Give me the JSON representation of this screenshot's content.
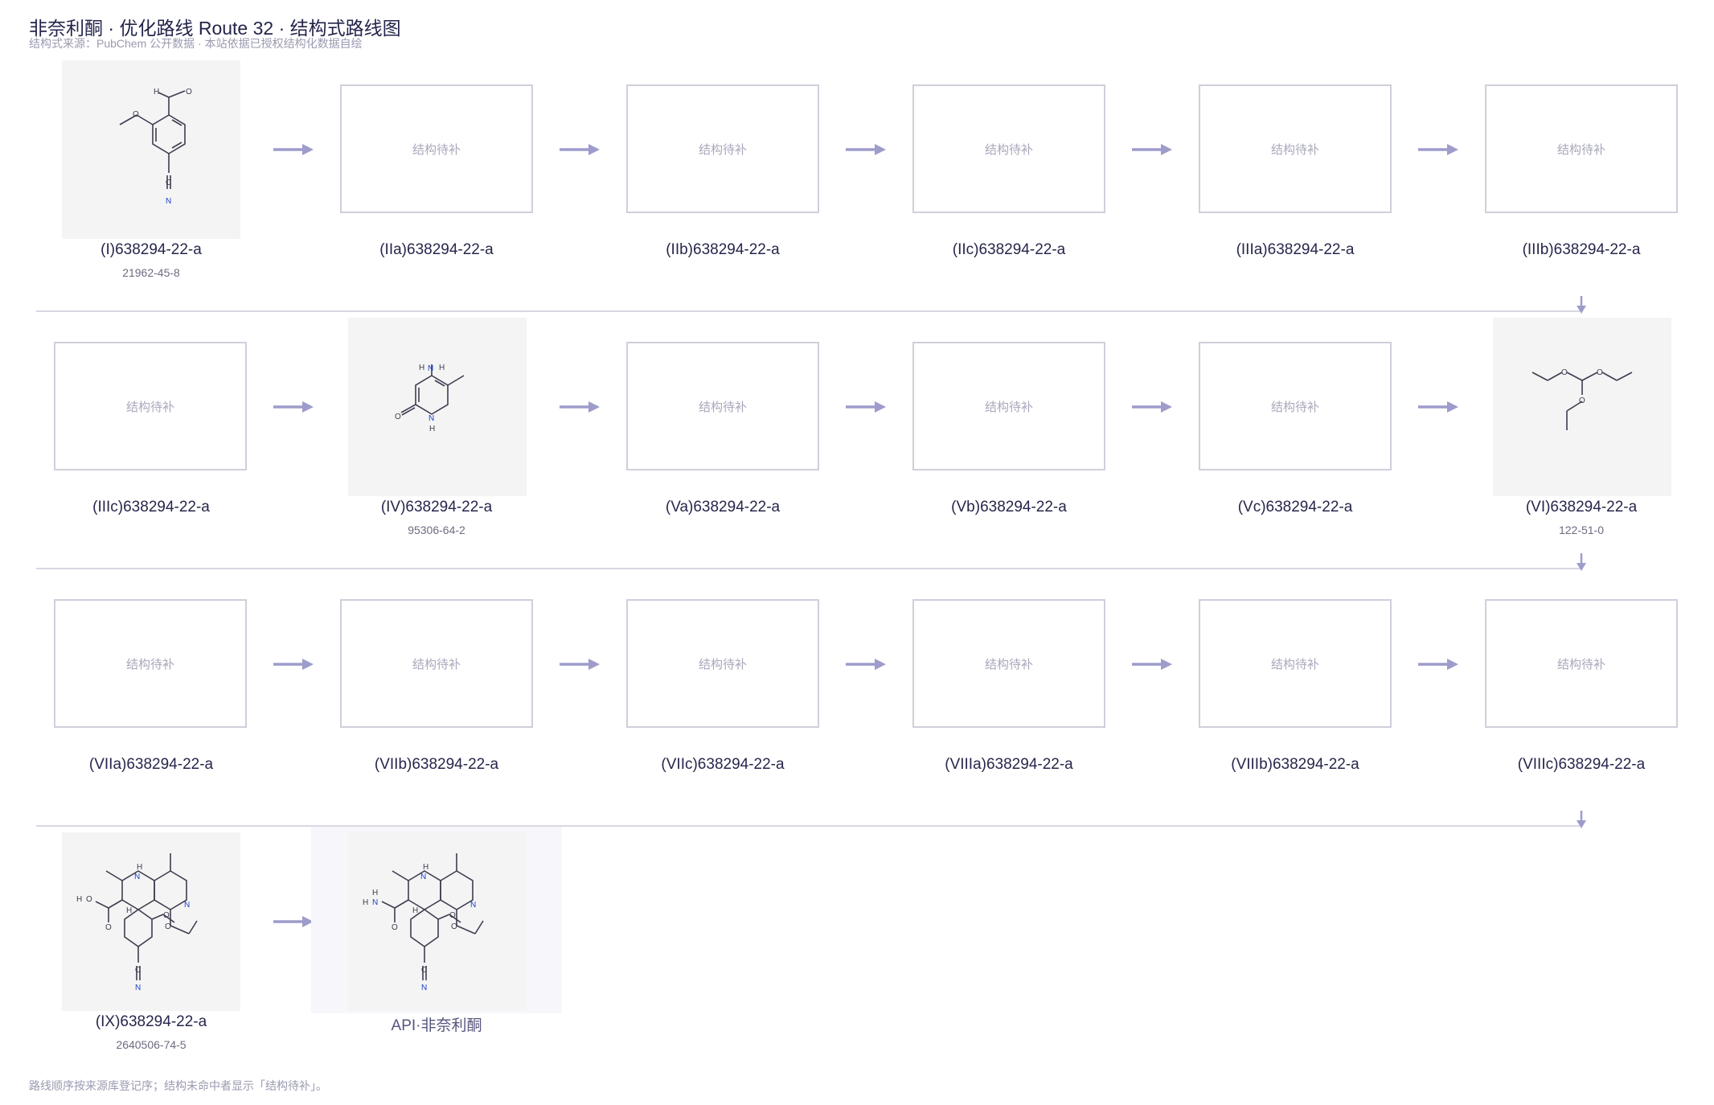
{
  "header": {
    "title": "非奈利酮 · 优化路线 Route 32 · 结构式路线图",
    "subtitle": "结构式来源：PubChem 公开数据 · 本站依据已授权结构化数据自绘"
  },
  "placeholder_text": "结构待补",
  "nodes": [
    {
      "label": "(I)638294-22-a",
      "cas": "21962-45-8"
    },
    {
      "label": "(IIa)638294-22-a"
    },
    {
      "label": "(IIb)638294-22-a"
    },
    {
      "label": "(IIc)638294-22-a"
    },
    {
      "label": "(IIIa)638294-22-a"
    },
    {
      "label": "(IIIb)638294-22-a"
    },
    {
      "label": "(IIIc)638294-22-a"
    },
    {
      "label": "(IV)638294-22-a",
      "cas": "95306-64-2"
    },
    {
      "label": "(Va)638294-22-a"
    },
    {
      "label": "(Vb)638294-22-a"
    },
    {
      "label": "(Vc)638294-22-a"
    },
    {
      "label": "(VI)638294-22-a",
      "cas": "122-51-0"
    },
    {
      "label": "(VIIa)638294-22-a"
    },
    {
      "label": "(VIIb)638294-22-a"
    },
    {
      "label": "(VIIc)638294-22-a"
    },
    {
      "label": "(VIIIa)638294-22-a"
    },
    {
      "label": "(VIIIb)638294-22-a"
    },
    {
      "label": "(VIIIc)638294-22-a"
    },
    {
      "label": "(IX)638294-22-a",
      "cas": "2640506-74-5"
    },
    {
      "label": "API·非奈利酮"
    }
  ],
  "footer": "路线顺序按来源库登记序；结构未命中者显示「结构待补」。",
  "colors": {
    "arrow": "#9d9ccb",
    "divider": "#d8d8e4",
    "placeholder_border": "#cfcfdc",
    "structure_bg": "#f4f4f4"
  }
}
